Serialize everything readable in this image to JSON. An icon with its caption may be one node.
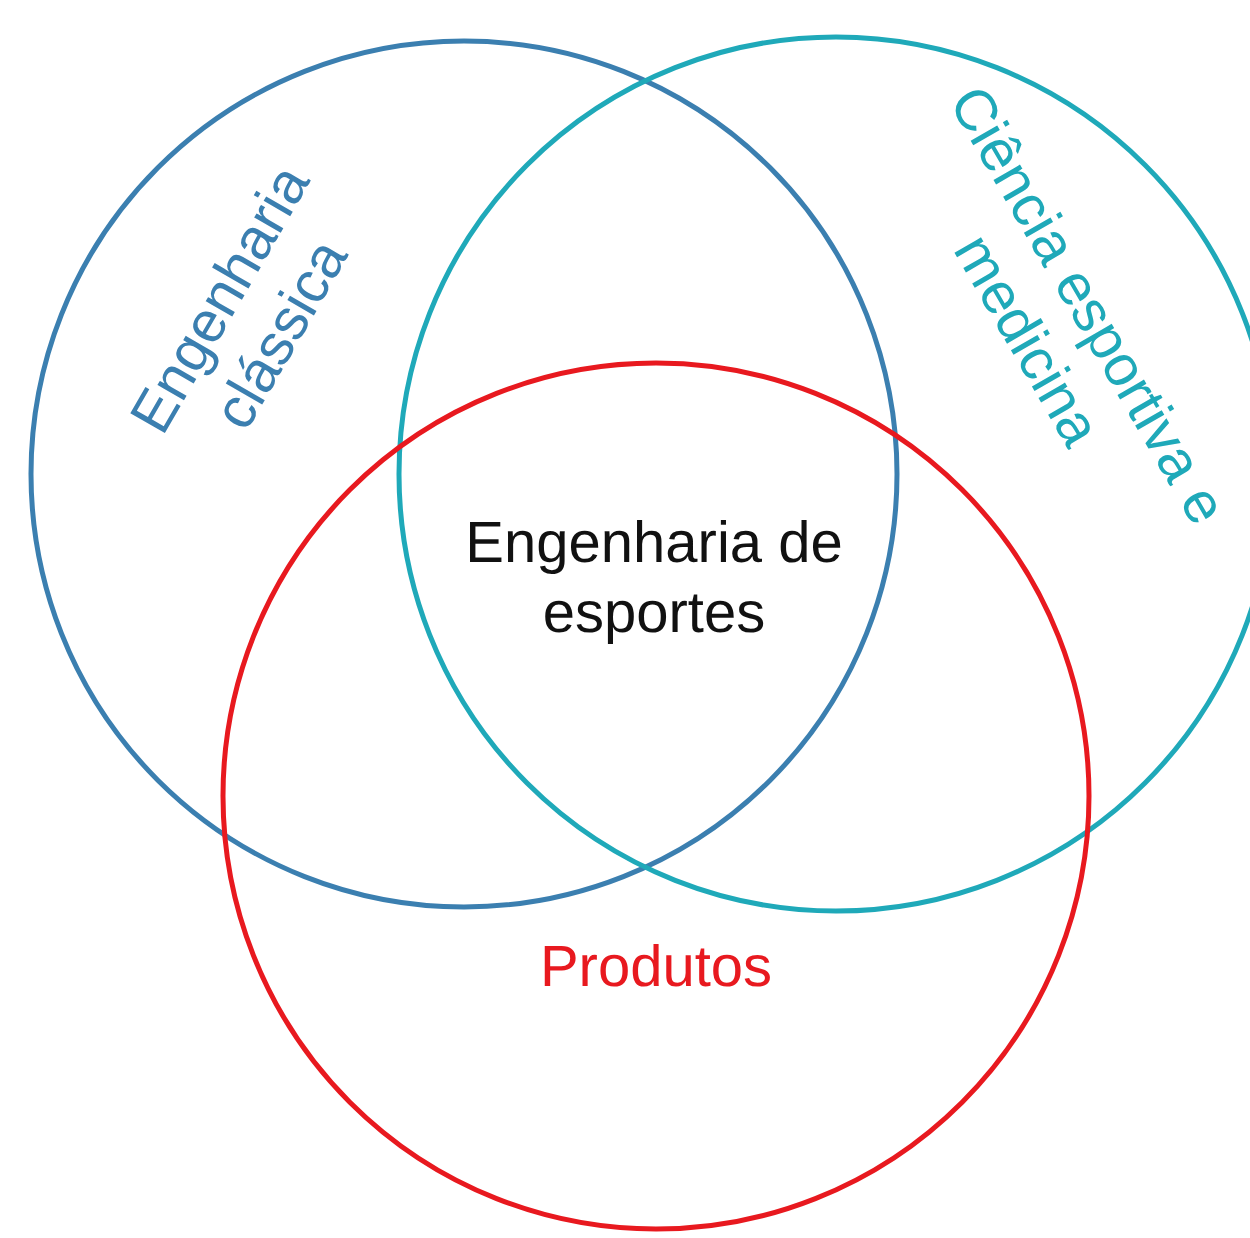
{
  "diagram": {
    "nodes": [
      {
        "text": [
          "Engenharia clássica"
        ]
      },
      {
        "text": [
          "Ciência esportiva e medicina"
        ]
      },
      {
        "text": [
          "Produtos"
        ]
      }
    ],
    "labels": [
      "Engenharia de esportes"
    ]
  }
}
